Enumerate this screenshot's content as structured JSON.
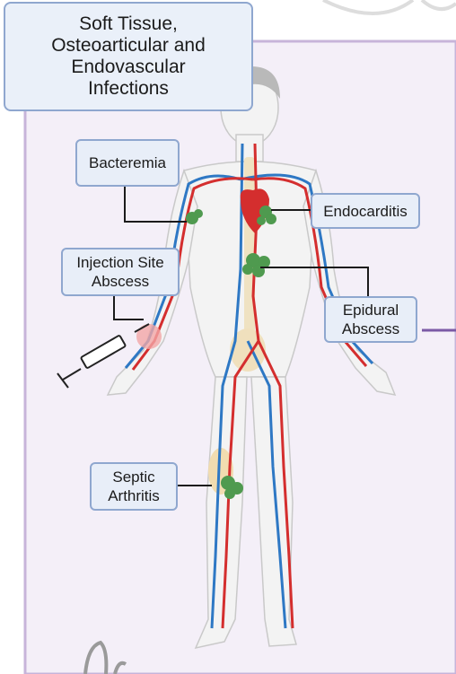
{
  "title": {
    "lines": [
      "Soft Tissue,",
      "Osteoarticular and",
      "Endovascular",
      "Infections"
    ]
  },
  "labels": {
    "bacteremia": "Bacteremia",
    "endocarditis": "Endocarditis",
    "injection_site_abscess": [
      "Injection Site",
      "Abscess"
    ],
    "epidural_abscess": [
      "Epidural",
      "Abscess"
    ],
    "septic_arthritis": [
      "Septic",
      "Arthritis"
    ]
  },
  "colors": {
    "panel_bg": "#f4eff8",
    "panel_border": "#c7b4da",
    "box_bg": "#e8eef8",
    "box_border": "#8fa7cf",
    "artery": "#d42e2e",
    "vein": "#2e78c4",
    "infection": "#4f9a4f",
    "skin": "#f3f3f3",
    "hair": "#b9b9b9"
  }
}
